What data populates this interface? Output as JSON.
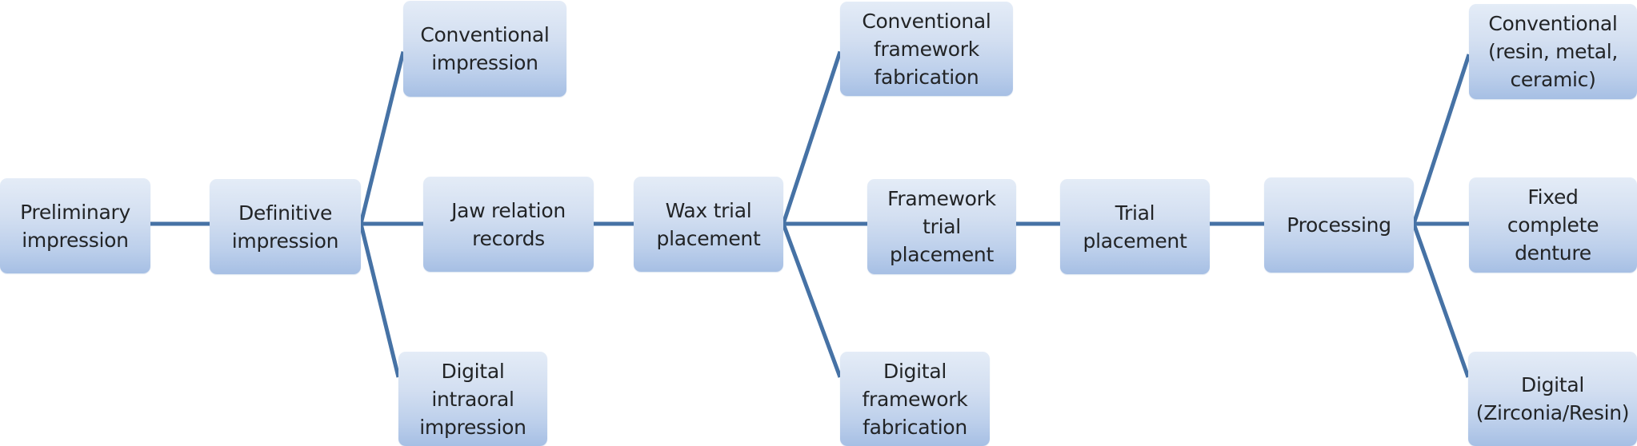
{
  "diagram": {
    "type": "flowchart",
    "direction": "left-to-right",
    "colors": {
      "connector": "#4672a5",
      "node_top": "#e4ecf7",
      "node_bottom": "#a6bfe4",
      "text": "#222426"
    },
    "nodes": [
      {
        "id": "preliminary-impression",
        "label": "Preliminary\nimpression"
      },
      {
        "id": "definitive-impression",
        "label": "Definitive\nimpression"
      },
      {
        "id": "conventional-impression",
        "label": "Conventional\nimpression"
      },
      {
        "id": "jaw-relation-records",
        "label": "Jaw relation\nrecords"
      },
      {
        "id": "digital-intraoral-impression",
        "label": "Digital\nintraoral\nimpression"
      },
      {
        "id": "wax-trial-placement",
        "label": "Wax trial\nplacement"
      },
      {
        "id": "conventional-framework-fabrication",
        "label": "Conventional\nframework\nfabrication"
      },
      {
        "id": "framework-trial-placement",
        "label": "Framework\ntrial\nplacement"
      },
      {
        "id": "digital-framework-fabrication",
        "label": "Digital\nframework\nfabrication"
      },
      {
        "id": "trial-placement",
        "label": "Trial\nplacement"
      },
      {
        "id": "processing",
        "label": "Processing"
      },
      {
        "id": "conventional-resin-metal-ceramic",
        "label": "Conventional\n(resin, metal,\nceramic)"
      },
      {
        "id": "fixed-complete-denture",
        "label": "Fixed\ncomplete\ndenture"
      },
      {
        "id": "digital-zirconia-resin",
        "label": "Digital\n(Zirconia/Resin)"
      }
    ],
    "edges": [
      {
        "from": "preliminary-impression",
        "to": "definitive-impression"
      },
      {
        "from": "definitive-impression",
        "to": "conventional-impression"
      },
      {
        "from": "definitive-impression",
        "to": "jaw-relation-records"
      },
      {
        "from": "definitive-impression",
        "to": "digital-intraoral-impression"
      },
      {
        "from": "jaw-relation-records",
        "to": "wax-trial-placement"
      },
      {
        "from": "wax-trial-placement",
        "to": "conventional-framework-fabrication"
      },
      {
        "from": "wax-trial-placement",
        "to": "framework-trial-placement"
      },
      {
        "from": "wax-trial-placement",
        "to": "digital-framework-fabrication"
      },
      {
        "from": "framework-trial-placement",
        "to": "trial-placement"
      },
      {
        "from": "trial-placement",
        "to": "processing"
      },
      {
        "from": "processing",
        "to": "conventional-resin-metal-ceramic"
      },
      {
        "from": "processing",
        "to": "fixed-complete-denture"
      },
      {
        "from": "processing",
        "to": "digital-zirconia-resin"
      }
    ]
  }
}
